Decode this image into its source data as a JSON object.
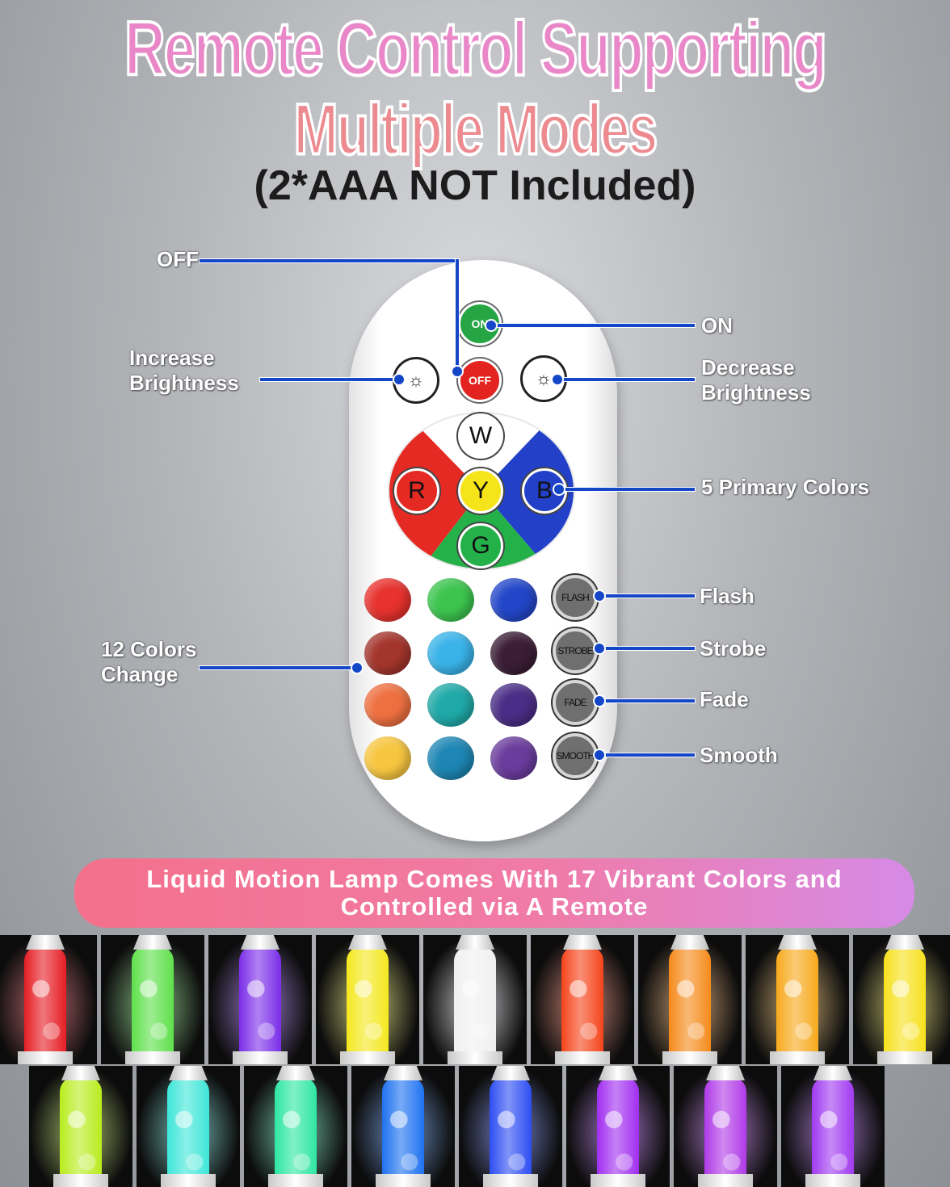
{
  "title": {
    "line1": "Remote Control Supporting",
    "line2": "Multiple Modes",
    "subtitle": "(2*AAA NOT Included)"
  },
  "remote": {
    "on_button": "ON",
    "off_button": "OFF",
    "wheel": {
      "w": "W",
      "r": "R",
      "y": "Y",
      "b": "B",
      "g": "G"
    },
    "modes": {
      "flash": "FLASH",
      "strobe": "STROBE",
      "fade": "FADE",
      "smooth": "SMOOTH"
    },
    "color_buttons": [
      [
        "#e8322e",
        "#3cc44e",
        "#2346c9"
      ],
      [
        "#a4352d",
        "#39b3e8",
        "#3b1d35"
      ],
      [
        "#ee7040",
        "#1fa9a8",
        "#4a2d86"
      ],
      [
        "#f7c640",
        "#1d86b4",
        "#6a3c9c"
      ]
    ]
  },
  "labels": {
    "off": "OFF",
    "on": "ON",
    "increase_1": "Increase",
    "increase_2": "Brightness",
    "decrease_1": "Decrease",
    "decrease_2": "Brightness",
    "primary": "5 Primary Colors",
    "colors_1": "12 Colors",
    "colors_2": "Change",
    "flash": "Flash",
    "strobe": "Strobe",
    "fade": "Fade",
    "smooth": "Smooth"
  },
  "banner": {
    "line1": "Liquid Motion Lamp Comes With 17 Vibrant Colors and",
    "line2": "Controlled via A Remote"
  },
  "lamp_colors_row1": [
    "#e51d24",
    "#5ee04a",
    "#7b2ee8",
    "#f4e81e",
    "#f0f0f0",
    "#f5441a",
    "#f58a1a",
    "#f7a91c",
    "#f7e11c"
  ],
  "lamp_colors_row2": [
    "#b8ec1e",
    "#3ee6d8",
    "#2ee6a4",
    "#1e72f0",
    "#2d4df2",
    "#a12ef0",
    "#b03ae8",
    "#a03af0"
  ]
}
